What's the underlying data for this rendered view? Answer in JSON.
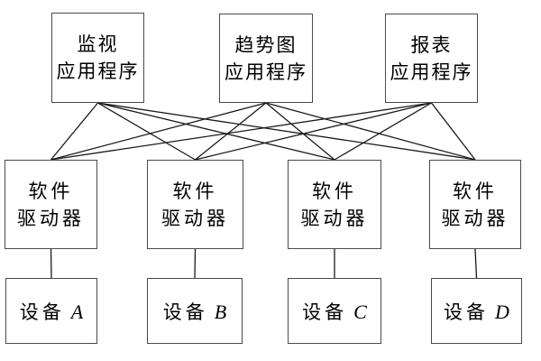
{
  "diagram": {
    "apps": [
      {
        "line1": "监视",
        "line2": "应用程序"
      },
      {
        "line1": "趋势图",
        "line2": "应用程序"
      },
      {
        "line1": "报表",
        "line2": "应用程序"
      }
    ],
    "drivers": [
      {
        "line1": "软件",
        "line2": "驱动器"
      },
      {
        "line1": "软件",
        "line2": "驱动器"
      },
      {
        "line1": "软件",
        "line2": "驱动器"
      },
      {
        "line1": "软件",
        "line2": "驱动器"
      }
    ],
    "devices": [
      {
        "prefix": "设备",
        "letter": "A"
      },
      {
        "prefix": "设备",
        "letter": "B"
      },
      {
        "prefix": "设备",
        "letter": "C"
      },
      {
        "prefix": "设备",
        "letter": "D"
      }
    ],
    "edges": [
      [
        "app-0",
        "drv-0"
      ],
      [
        "app-0",
        "drv-1"
      ],
      [
        "app-0",
        "drv-2"
      ],
      [
        "app-0",
        "drv-3"
      ],
      [
        "app-1",
        "drv-0"
      ],
      [
        "app-1",
        "drv-1"
      ],
      [
        "app-1",
        "drv-2"
      ],
      [
        "app-1",
        "drv-3"
      ],
      [
        "app-2",
        "drv-0"
      ],
      [
        "app-2",
        "drv-1"
      ],
      [
        "app-2",
        "drv-2"
      ],
      [
        "app-2",
        "drv-3"
      ],
      [
        "drv-0",
        "dev-0"
      ],
      [
        "drv-1",
        "dev-1"
      ],
      [
        "drv-2",
        "dev-2"
      ],
      [
        "drv-3",
        "dev-3"
      ]
    ],
    "colors": {
      "background": "#ffffff",
      "border": "#4a4a4a",
      "line": "#1a1a1a",
      "text": "#000000"
    }
  }
}
